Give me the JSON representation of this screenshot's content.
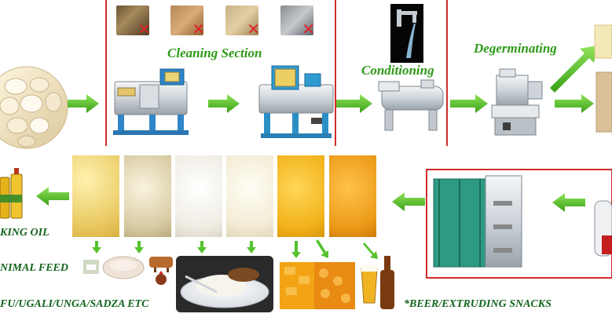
{
  "sections": {
    "cleaning": "Cleaning Section",
    "conditioning": "Conditioning",
    "degerminating": "Degerminating"
  },
  "outputs": {
    "cooking_oil": "KING OIL",
    "animal_feed": "NIMAL FEED",
    "ugali": "FU/UGALI/UNGA/SADZA ETC",
    "beer_snacks": "*BEER/EXTRUDING SNACKS"
  },
  "impurities": [
    "straw-impurity",
    "fiber-impurity",
    "wood-impurity",
    "stone-impurity"
  ],
  "products": [
    "corn-grits-coarse",
    "corn-bran",
    "corn-flour-fine",
    "corn-meal",
    "corn-grits-yellow",
    "corn-grits-fine"
  ],
  "colors": {
    "label_green": "#2e9a18",
    "output_text": "#14641e",
    "arrow_green": "#55c22e",
    "divider_red": "#d22c2c"
  }
}
